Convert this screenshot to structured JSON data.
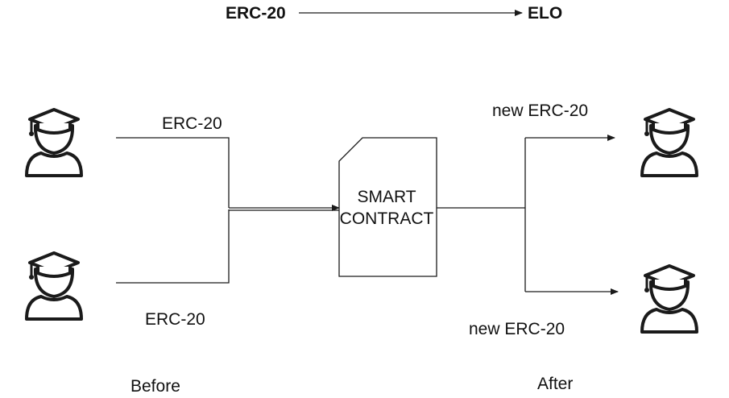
{
  "header": {
    "from": "ERC-20",
    "to": "ELO"
  },
  "inputs": {
    "top_label": "ERC-20",
    "bottom_label": "ERC-20"
  },
  "contract": {
    "line1": "SMART",
    "line2": "CONTRACT"
  },
  "outputs": {
    "top_label": "new ERC-20",
    "bottom_label": "new ERC-20"
  },
  "footer": {
    "before": "Before",
    "after": "After"
  },
  "icons": {
    "user": "graduate-user-icon"
  },
  "colors": {
    "stroke": "#1a1a1a",
    "background": "#ffffff"
  }
}
